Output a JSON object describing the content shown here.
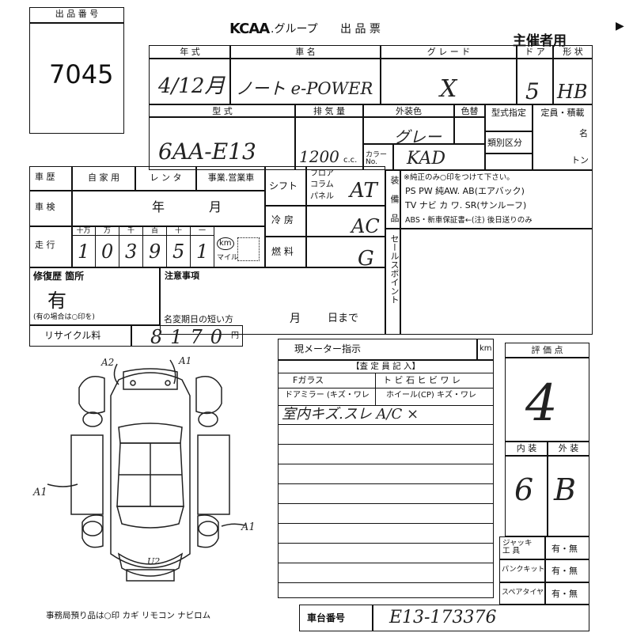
{
  "header": {
    "lot_label": "出 品 番 号",
    "lot_number": "7045",
    "brand": "KCAA",
    "group": ".グループ",
    "sheet": "出 品 票",
    "for_organizer": "主催者用"
  },
  "spec": {
    "year_label": "年 式",
    "year_value": "4/12月",
    "name_label": "車 名",
    "name_value": "ノート e-POWER",
    "grade_label": "グ レ ー ド",
    "grade_value": "X",
    "door_label": "ド ア",
    "door_value": "5",
    "shape_label": "形 状",
    "shape_value": "HB",
    "model_label": "型 式",
    "model_value": "6AA-E13",
    "cc_label": "排 気 量",
    "cc_value": "1200",
    "cc_unit": "c.c.",
    "color_label": "外装色",
    "color_value": "グレー",
    "repaint_label": "色替",
    "color_no_label": "カラー No.",
    "color_no_value": "KAD",
    "type_spec_label": "型式指定",
    "capacity_label": "定員・積載",
    "capacity_unit_people": "名",
    "category_label": "類別区分",
    "capacity_unit_ton": "トン"
  },
  "usage": {
    "car_type_label": "車 歴",
    "private": "自 家 用",
    "rental": "レ ン タ",
    "business": "事業.営業車",
    "inspection_label": "車 検",
    "year_unit": "年",
    "month_unit": "月",
    "mileage_label": "走 行",
    "digit_labels": [
      "十万",
      "万",
      "千",
      "百",
      "十",
      "一"
    ],
    "mileage_digits": [
      "1",
      "0",
      "3",
      "9",
      "5",
      "1"
    ],
    "unit_km": "km",
    "unit_mile": "マイル"
  },
  "shift": {
    "shift_label": "シフト",
    "floor": "フロア",
    "column": "コラム",
    "panel": "パネル",
    "shift_value": "AT",
    "ac_label": "冷 房",
    "ac_value": "AC",
    "fuel_label": "燃 料",
    "fuel_value": "G"
  },
  "equipment": {
    "label": "装 備 品",
    "note": "※純正のみ○印をつけて下さい。",
    "line1": "PS  PW  純AW. AB(エアバック)",
    "line2": "TV  ナビ  カ ワ. SR(サンルーフ)",
    "line3": "ABS・新車保証書←(注) 後日送りのみ",
    "sales_point": "セールスポイント"
  },
  "repair": {
    "label": "修復歴 箇所",
    "value": "有",
    "note": "(有の場合は○印を)"
  },
  "notes": {
    "label": "注意事項",
    "name_change": "名変期日の短い方",
    "month": "月",
    "day": "日まで"
  },
  "recycle": {
    "label": "リサイクル料",
    "value": "8170",
    "unit": "円"
  },
  "inspector": {
    "meter_label": "現メーター指示",
    "meter_unit": "km",
    "inspector_title": "【査 定 員 記 入】",
    "glass": "Fガラス",
    "glass_marks": "ト ビ 石  ヒ ビ ワ レ",
    "mirror": "ドアミラー (キズ・ワレ",
    "wheel": "ホイール(CP) キズ・ワレ",
    "comment": "室内キズ.スレ  A/C ×"
  },
  "grades": {
    "score_label": "評 価 点",
    "score_value": "4",
    "interior_label": "内 装",
    "exterior_label": "外 装",
    "interior_value": "6",
    "exterior_value": "B"
  },
  "tools": {
    "jack": "ジャッキ 工 具",
    "puncture": "パンクキット",
    "spare": "スペアタイヤ",
    "yes_no": "有・無"
  },
  "diagram": {
    "mark_a2": "A2",
    "mark_a1_top": "A1",
    "mark_a1_left": "A1",
    "mark_a1_right": "A1",
    "mark_u2": "U2"
  },
  "footer": {
    "office_note": "事務局預り品は○印  カギ  リモコン  ナビロム",
    "chassis_label": "車台番号",
    "chassis_value": "E13-173376"
  }
}
